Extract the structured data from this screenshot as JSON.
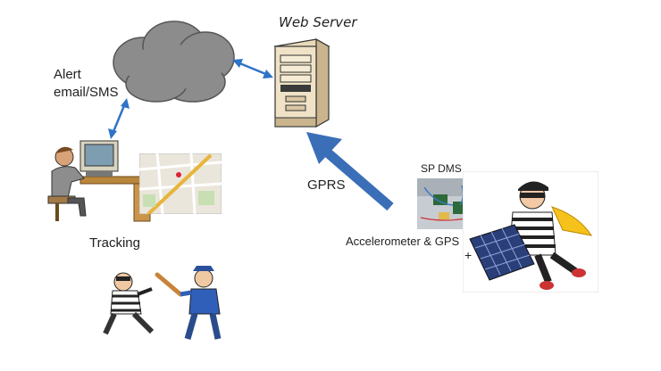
{
  "labels": {
    "web_server": "Web Server",
    "alert_line1": "Alert",
    "alert_line2": "email/SMS",
    "gprs": "GPRS",
    "tracking": "Tracking",
    "sp_dms": "SP DMS",
    "accelerometer_gps": "Accelerometer & GPS",
    "plus": "+"
  },
  "icons": {
    "cloud": "cloud-icon",
    "server": "server-tower-icon",
    "operator": "computer-operator-icon",
    "map": "map-icon",
    "device": "device-board-photo",
    "thief": "thief-with-panel-icon",
    "police_chase": "police-chasing-thief-icon"
  },
  "colors": {
    "arrow_blue": "#2e74c8",
    "gprs_arrow": "#3a6fb8",
    "cloud_gray": "#8c8c8c"
  }
}
